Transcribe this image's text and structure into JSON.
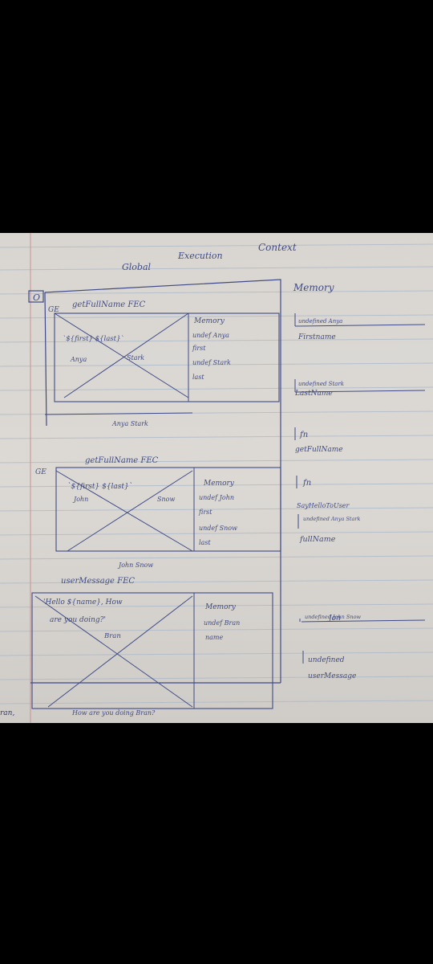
{
  "photo": {
    "subject": "handwritten-notes-on-ruled-paper",
    "colors": {
      "paper": "#dcd9d5",
      "ink": "#3f4a86",
      "rule": "#a9b7c8",
      "margin": "#c98f8f",
      "background": "#000000"
    },
    "heading": {
      "part1": "Global",
      "part2": "Execution",
      "part3": "Context",
      "box_label": "O"
    },
    "section1": {
      "corner": "GE",
      "title": "getFullName FEC",
      "template": "`${first} ${last}`",
      "arg1": "Anya",
      "arg2": "Stark",
      "memory_title": "Memory",
      "mem_row1": "undef Anya",
      "mem_row1_label": "first",
      "mem_row2": "undef Stark",
      "mem_row2_label": "last",
      "result": "Anya Stark"
    },
    "section2": {
      "corner": "GE",
      "title": "getFullName FEC",
      "template": "`${first} ${last}`",
      "arg1": "John",
      "arg2": "Snow",
      "memory_title": "Memory",
      "mem_row1": "undef John",
      "mem_row1_label": "first",
      "mem_row2": "undef Snow",
      "mem_row2_label": "last",
      "result": "John Snow"
    },
    "section3": {
      "title": "userMessage FEC",
      "line1": "'Hello ${name}, How",
      "line2": "are you doing?'",
      "arg": "Bran",
      "memory_title": "Memory",
      "mem_row": "undef Bran",
      "mem_row_label": "name",
      "result": "How are you doing Bran?"
    },
    "global_memory": {
      "title": "Memory",
      "entries": [
        {
          "value": "undefined Anya",
          "name": "Firstname"
        },
        {
          "value": "undefined Stark",
          "name": "LastName"
        },
        {
          "value": "fn",
          "name": "getFullName"
        },
        {
          "value": "fn",
          "name": "SayHelloToUser"
        },
        {
          "value": "undefined Anya Stark",
          "name": "fullName"
        },
        {
          "value": "undefined John Snow",
          "name": "Jon"
        },
        {
          "value": "undefined",
          "name": "userMessage"
        }
      ]
    },
    "edge_text": "ran,"
  }
}
